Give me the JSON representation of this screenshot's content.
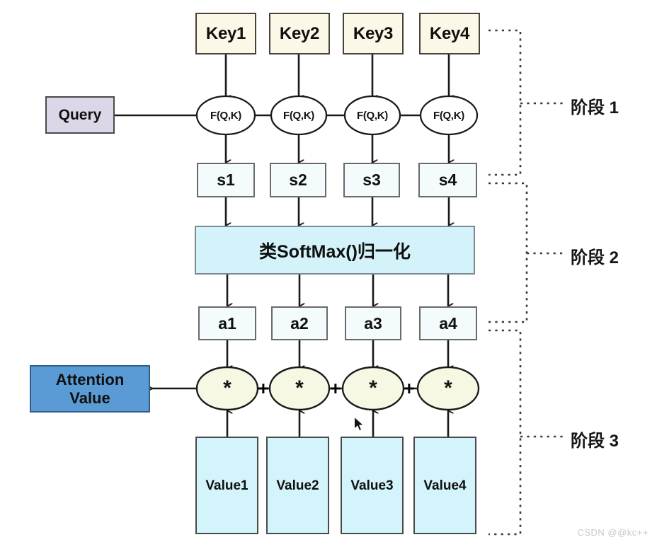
{
  "diagram": {
    "title": "Attention Mechanism Three-Stage Diagram",
    "colors": {
      "key_fill": "#fcf8e8",
      "key_border": "#4a4138",
      "query_fill": "#dcd6e8",
      "score_fill": "#f4fbfd",
      "softmax_fill": "#d4f2fa",
      "attention_fill": "#5b9bd5",
      "attention_border": "#2e5f8a",
      "value_fill": "#d4f4fb",
      "ellipse_fqk_fill": "#ffffff",
      "ellipse_mul_fill": "#f7f8e3",
      "line": "#1a1a1a",
      "watermark": "#c8c8c8"
    }
  },
  "keys": [
    {
      "label": "Key1"
    },
    {
      "label": "Key2"
    },
    {
      "label": "Key3"
    },
    {
      "label": "Key4"
    }
  ],
  "query": {
    "label": "Query"
  },
  "fqk_nodes": [
    {
      "label": "F(Q,K)"
    },
    {
      "label": "F(Q,K)"
    },
    {
      "label": "F(Q,K)"
    },
    {
      "label": "F(Q,K)"
    }
  ],
  "scores": [
    {
      "label": "s1"
    },
    {
      "label": "s2"
    },
    {
      "label": "s3"
    },
    {
      "label": "s4"
    }
  ],
  "softmax": {
    "label": "类SoftMax()归一化"
  },
  "weights": [
    {
      "label": "a1"
    },
    {
      "label": "a2"
    },
    {
      "label": "a3"
    },
    {
      "label": "a4"
    }
  ],
  "multipliers": [
    {
      "label": "*"
    },
    {
      "label": "*"
    },
    {
      "label": "*"
    },
    {
      "label": "*"
    }
  ],
  "plus_connectors": [
    {
      "label": "+"
    },
    {
      "label": "+"
    },
    {
      "label": "+"
    }
  ],
  "attention_value": {
    "line1": "Attention",
    "line2": "Value"
  },
  "values": [
    {
      "label": "Value1"
    },
    {
      "label": "Value2"
    },
    {
      "label": "Value3"
    },
    {
      "label": "Value4"
    }
  ],
  "stages": [
    {
      "label": "阶段 1"
    },
    {
      "label": "阶段 2"
    },
    {
      "label": "阶段 3"
    }
  ],
  "watermark": {
    "text": "CSDN @@kc++"
  }
}
